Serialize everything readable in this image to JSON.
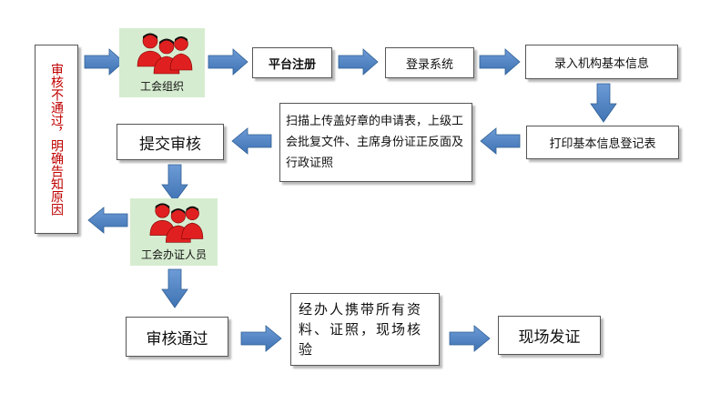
{
  "nodes": {
    "reject": "审核不通过，明确告知原因",
    "union_org": "工会组织",
    "register": "平台注册",
    "login": "登录系统",
    "input_info": "录入机构基本信息",
    "print_form": "打印基本信息登记表",
    "scan_docs": "扫描上传盖好章的申请表，上级工会批复文件、主席身份证正反面及行政证照",
    "submit": "提交审核",
    "handler": "工会办证人员",
    "approved": "审核通过",
    "bring_docs": "经办人携带所有资料、证照，现场核验",
    "issue": "现场发证"
  },
  "colors": {
    "arrow": "#4f81bd",
    "arrow_edge": "#2f5f94",
    "person": "#e02020",
    "green_bg": "#d6ecd0",
    "reject_text": "#c00000"
  },
  "icons": [
    "people-group-icon"
  ]
}
